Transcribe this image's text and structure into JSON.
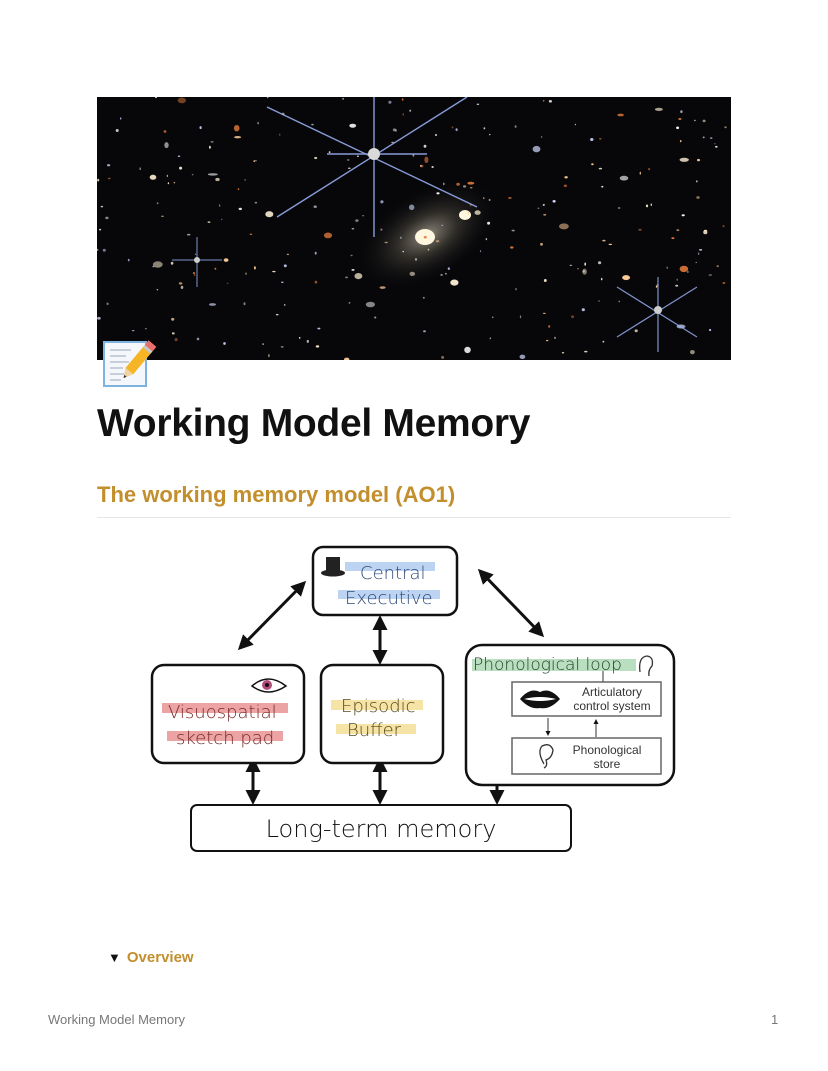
{
  "page": {
    "title": "Working Model Memory",
    "page_icon": "memo-pencil-icon",
    "cover_image": "deep-field-galaxies"
  },
  "section": {
    "heading": "The working memory model (AO1)",
    "heading_color": "#c28f2c"
  },
  "diagram": {
    "central_executive": [
      "Central",
      "Executive"
    ],
    "visuospatial": [
      "Visuospatial",
      "sketch pad"
    ],
    "episodic": [
      "Episodic",
      "Buffer"
    ],
    "phonological_loop": "Phonological loop",
    "articulatory": [
      "Articulatory",
      "control system"
    ],
    "phonological_store": [
      "Phonological",
      "store"
    ],
    "long_term": "Long-term memory",
    "colors": {
      "blue": "#bcd3f2",
      "red": "#eba3a3",
      "yellow": "#f6e3a6",
      "green": "#b9dfc0"
    }
  },
  "toggle": {
    "label": "Overview",
    "state": "expanded"
  },
  "footer": {
    "doc_title": "Working Model Memory",
    "page_number": "1"
  }
}
